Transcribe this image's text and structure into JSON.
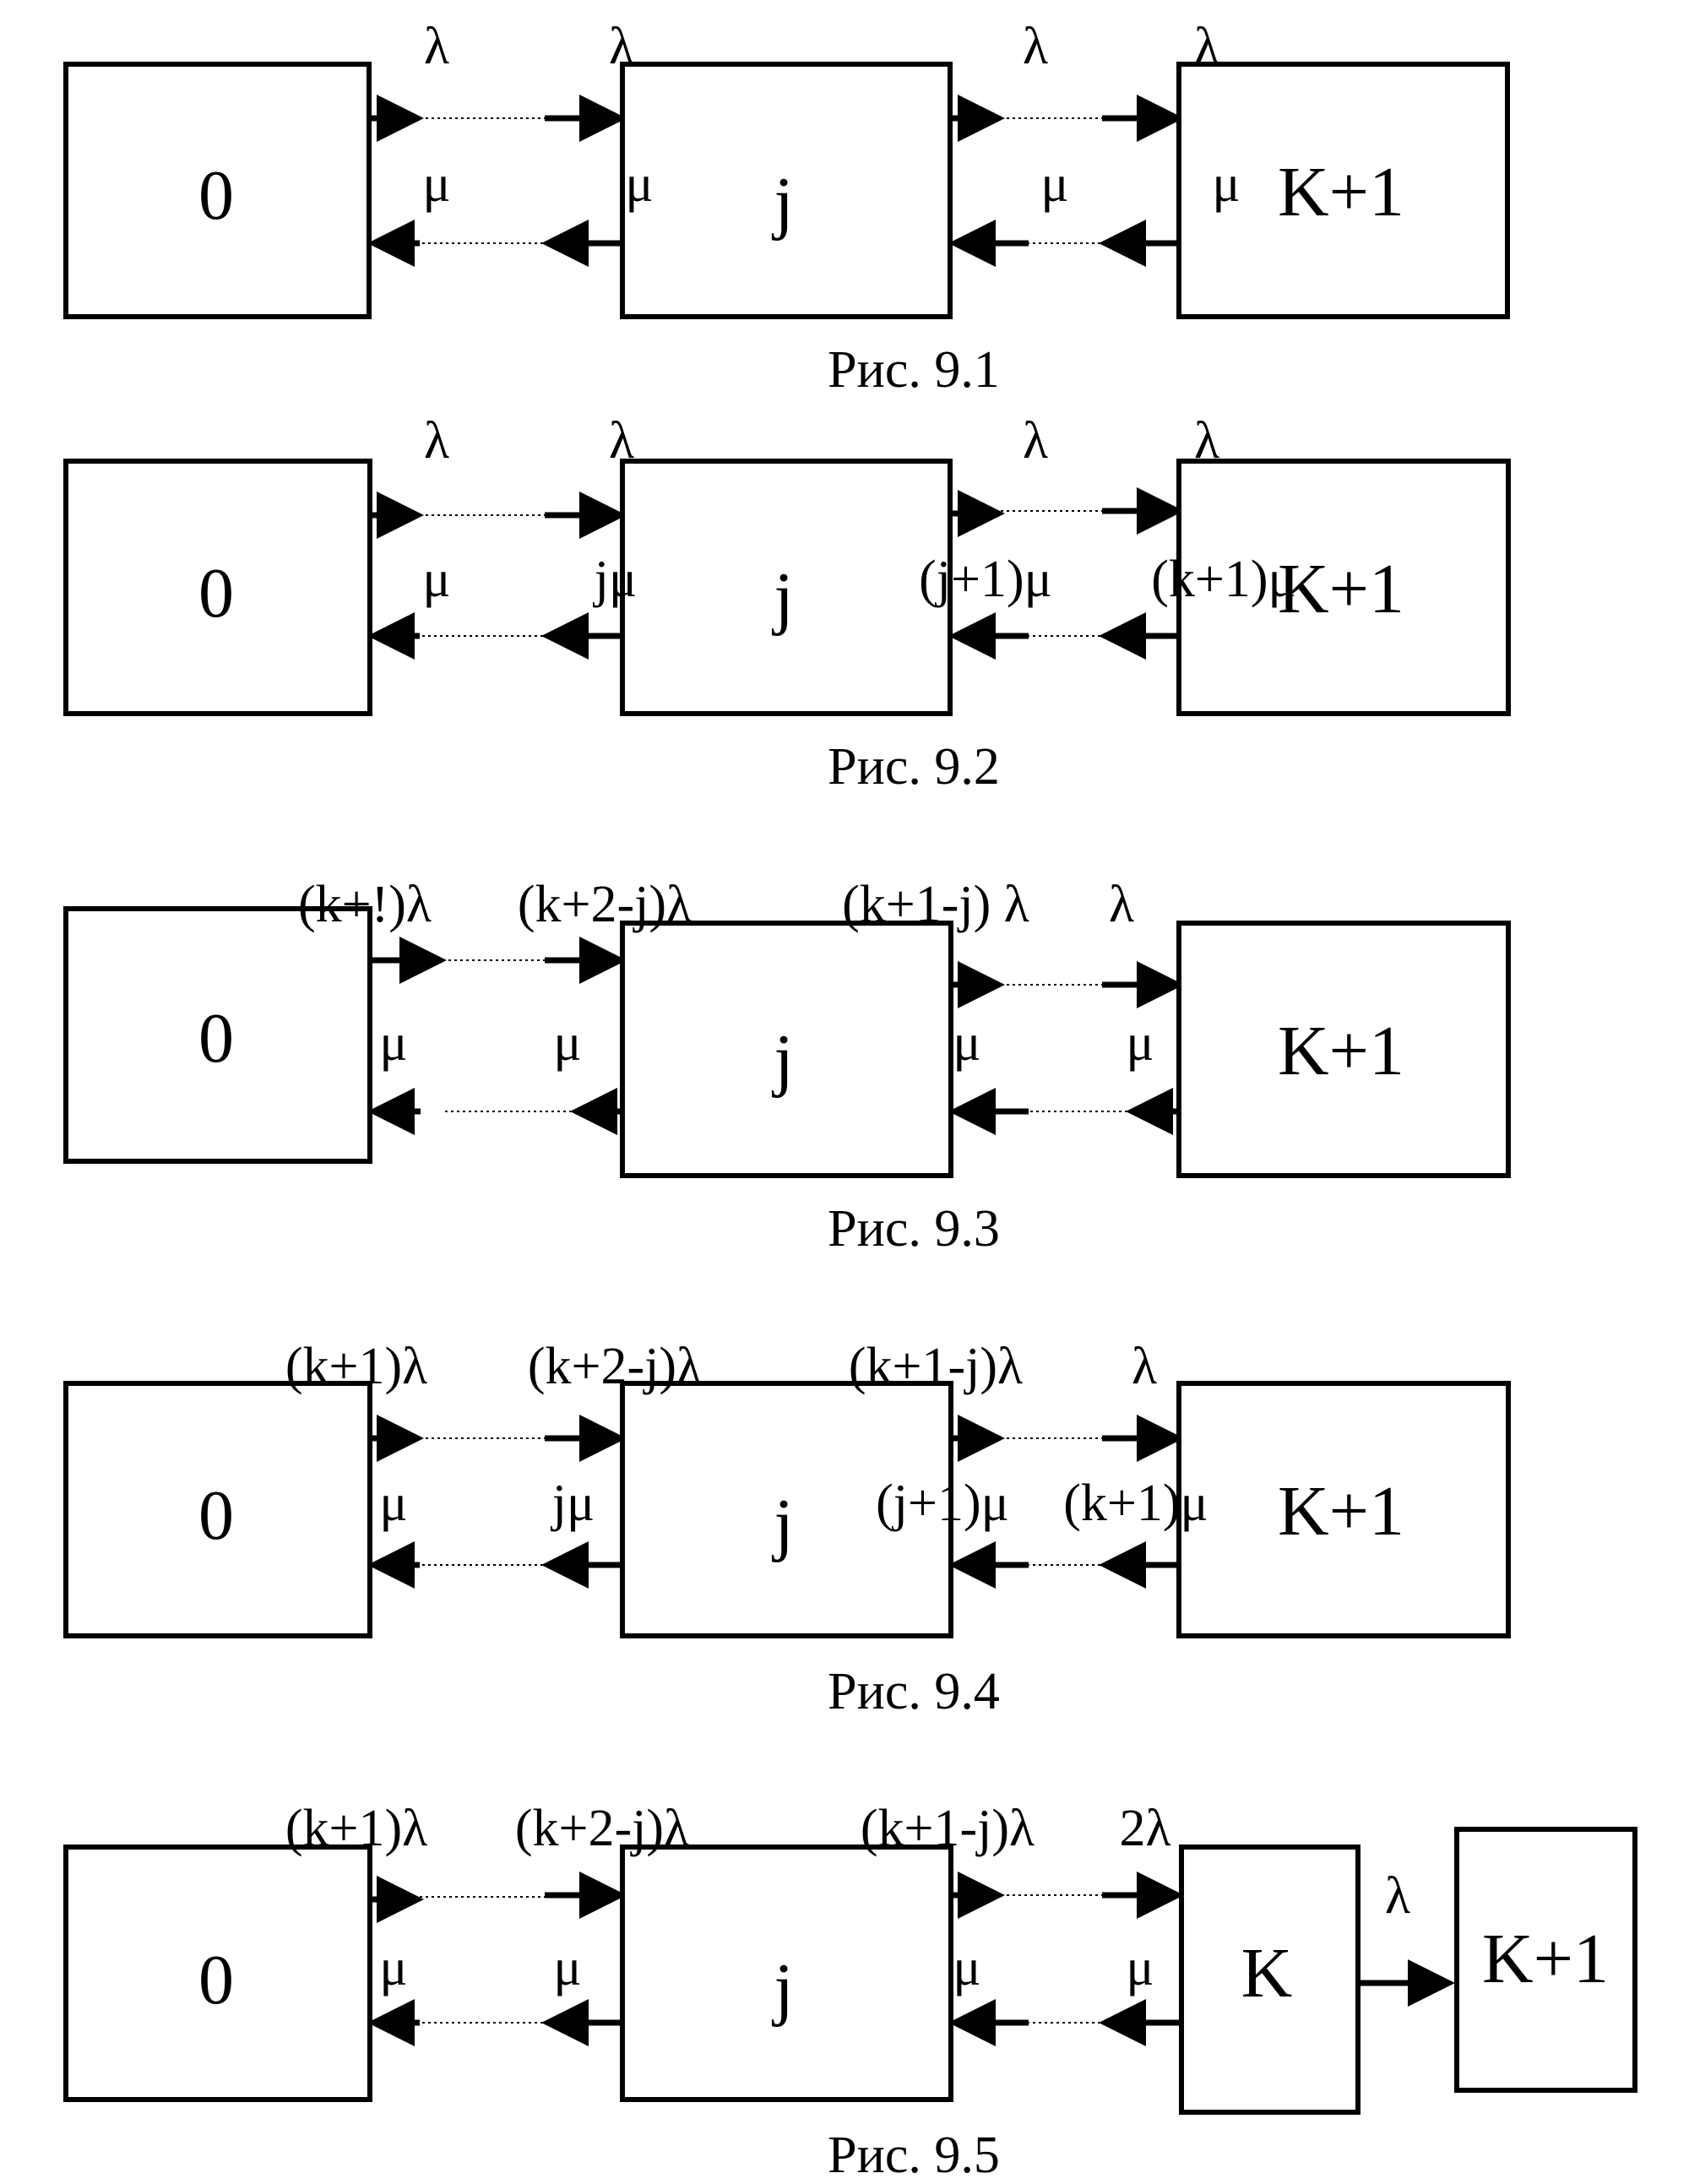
{
  "figures": [
    {
      "caption": "Рис. 9.1",
      "states": {
        "s0": "0",
        "sj": "j",
        "sk1": "K+1"
      },
      "labels": {
        "fwd_a_out": "λ",
        "fwd_a_in": "λ",
        "fwd_b_out": "λ",
        "fwd_b_in": "λ",
        "bwd_a_in": "μ",
        "bwd_a_out": "μ",
        "bwd_b_in": "μ",
        "bwd_b_out": "μ"
      }
    },
    {
      "caption": "Рис. 9.2",
      "states": {
        "s0": "0",
        "sj": "j",
        "sk1": "K+1"
      },
      "labels": {
        "fwd_a_out": "λ",
        "fwd_a_in": "λ",
        "fwd_b_out": "λ",
        "fwd_b_in": "λ",
        "bwd_a_in": "μ",
        "bwd_a_out": "jμ",
        "bwd_b_in": "(j+1)μ",
        "bwd_b_out": "(k+1)μ"
      }
    },
    {
      "caption": "Рис. 9.3",
      "states": {
        "s0": "0",
        "sj": "j",
        "sk1": "K+1"
      },
      "labels": {
        "fwd_a_out": "(k+!)λ",
        "fwd_a_in": "(k+2-j)λ",
        "fwd_b_out": "(k+1-j) λ",
        "fwd_b_in": "λ",
        "bwd_a_in": "μ",
        "bwd_a_out": "μ",
        "bwd_b_in": "μ",
        "bwd_b_out": "μ"
      }
    },
    {
      "caption": "Рис. 9.4",
      "states": {
        "s0": "0",
        "sj": "j",
        "sk1": "K+1"
      },
      "labels": {
        "fwd_a_out": "(k+1)λ",
        "fwd_a_in": "(k+2-j)λ",
        "fwd_b_out": "(k+1-j)λ",
        "fwd_b_in": "λ",
        "bwd_a_in": "μ",
        "bwd_a_out": "jμ",
        "bwd_b_in": "(j+1)μ",
        "bwd_b_out": "(k+1)μ"
      }
    },
    {
      "caption": "Рис. 9.5",
      "states": {
        "s0": "0",
        "sj": "j",
        "sk": "K",
        "sk1": "K+1"
      },
      "labels": {
        "fwd_a_out": "(k+1)λ",
        "fwd_a_in": "(k+2-j)λ",
        "fwd_b_out": "(k+1-j)λ",
        "fwd_b_in": "2λ",
        "bwd_a_in": "μ",
        "bwd_a_out": "μ",
        "bwd_b_in": "μ",
        "bwd_b_out": "μ",
        "final": "λ"
      }
    }
  ]
}
